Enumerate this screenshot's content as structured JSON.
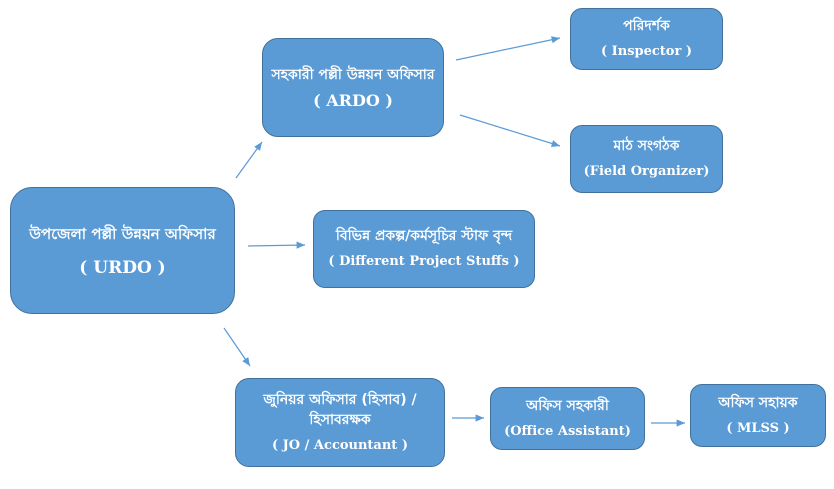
{
  "colors": {
    "box_fill": "#5b9bd5",
    "box_border": "#41719c",
    "arrow": "#5b9bd5",
    "text": "#ffffff"
  },
  "nodes": {
    "urdo": {
      "bn": "উপজেলা পল্লী উন্নয়ন অফিসার",
      "en": "( URDO )"
    },
    "ardo": {
      "bn": "সহকারী পল্লী উন্নয়ন অফিসার",
      "en": "( ARDO )"
    },
    "inspector": {
      "bn": "পরিদর্শক",
      "en": "( Inspector )"
    },
    "field_organizer": {
      "bn": "মাঠ সংগঠক",
      "en": "(Field Organizer)"
    },
    "projects": {
      "bn": "বিভিন্ন প্রকল্প/কর্মসূচির স্টাফ বৃন্দ",
      "en": "( Different Project Stuffs )"
    },
    "jo": {
      "bn": "জুনিয়র অফিসার (হিসাব) / হিসাবরক্ষক",
      "en": "( JO / Accountant )"
    },
    "office_assistant": {
      "bn": "অফিস সহকারী",
      "en": "(Office Assistant)"
    },
    "mlss": {
      "bn": "অফিস সহায়ক",
      "en": "( MLSS )"
    }
  }
}
